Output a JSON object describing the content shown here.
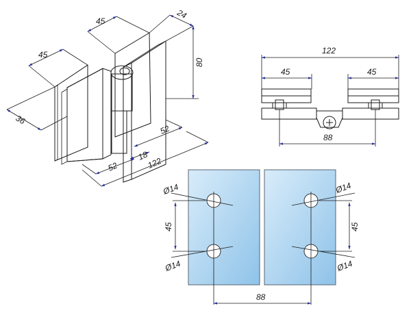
{
  "iso_view": {
    "dim_top_width": "45",
    "dim_top_depth": "24",
    "dim_left_width": "45",
    "dim_left_depth": "36",
    "dim_height": "80",
    "dim_right_base": "52",
    "dim_left_base": "52",
    "dim_knuckle": "18",
    "dim_total": "122"
  },
  "top_view": {
    "dim_total": "122",
    "dim_left_plate": "45",
    "dim_right_plate": "45",
    "dim_hole_spacing": "88"
  },
  "glass_view": {
    "hole_tl": "Ø14",
    "hole_bl": "Ø14",
    "hole_tr": "Ø14",
    "hole_br": "Ø14",
    "dim_vert_left": "45",
    "dim_vert_right": "45",
    "dim_horiz": "88"
  },
  "colors": {
    "glass_light": "#cfe6f7",
    "glass_dark": "#8ec3e8",
    "dim_arrow": "#2a2f9a"
  }
}
